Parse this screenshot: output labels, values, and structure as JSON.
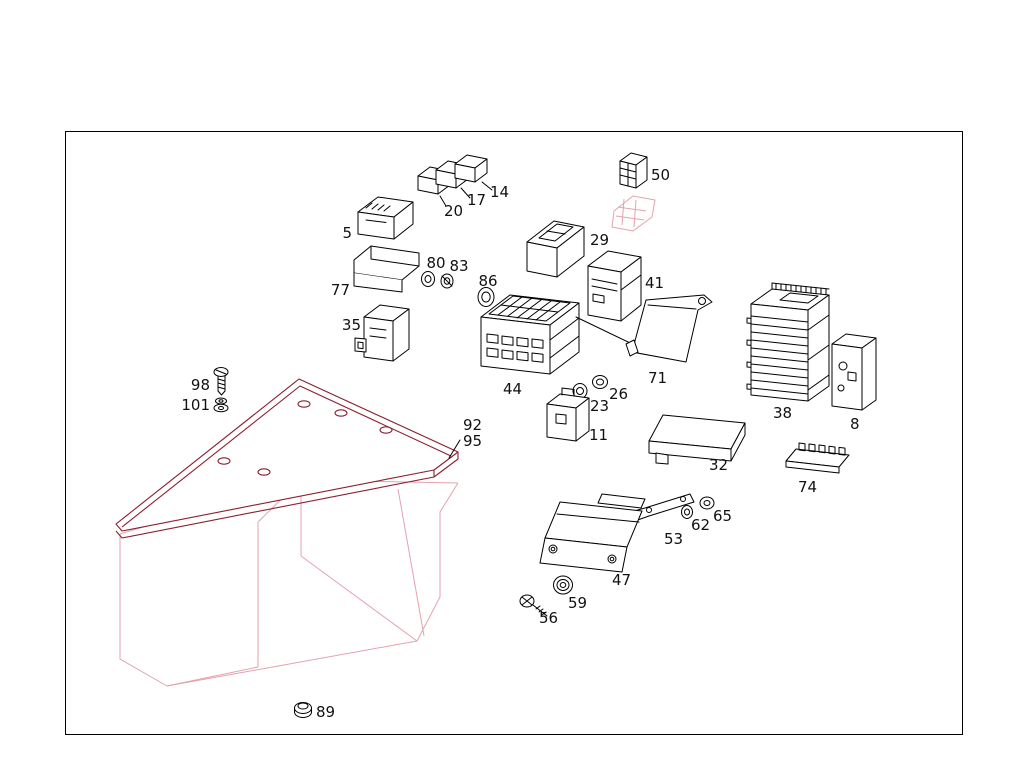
{
  "diagram": {
    "kind": "exploded-parts-diagram",
    "colors": {
      "line": "#000000",
      "panel_outline": "#8b1f2f",
      "box_outline": "#e4a2ad",
      "background": "#ffffff"
    },
    "labels": [
      {
        "ref": "5"
      },
      {
        "ref": "20"
      },
      {
        "ref": "17"
      },
      {
        "ref": "14"
      },
      {
        "ref": "50"
      },
      {
        "ref": "29"
      },
      {
        "ref": "77"
      },
      {
        "ref": "80"
      },
      {
        "ref": "83"
      },
      {
        "ref": "86"
      },
      {
        "ref": "41"
      },
      {
        "ref": "35"
      },
      {
        "ref": "44"
      },
      {
        "ref": "71"
      },
      {
        "ref": "38"
      },
      {
        "ref": "8"
      },
      {
        "ref": "26"
      },
      {
        "ref": "23"
      },
      {
        "ref": "11"
      },
      {
        "ref": "92"
      },
      {
        "ref": "95"
      },
      {
        "ref": "98"
      },
      {
        "ref": "101"
      },
      {
        "ref": "32"
      },
      {
        "ref": "74"
      },
      {
        "ref": "62"
      },
      {
        "ref": "65"
      },
      {
        "ref": "53"
      },
      {
        "ref": "47"
      },
      {
        "ref": "59"
      },
      {
        "ref": "56"
      },
      {
        "ref": "89"
      }
    ]
  }
}
